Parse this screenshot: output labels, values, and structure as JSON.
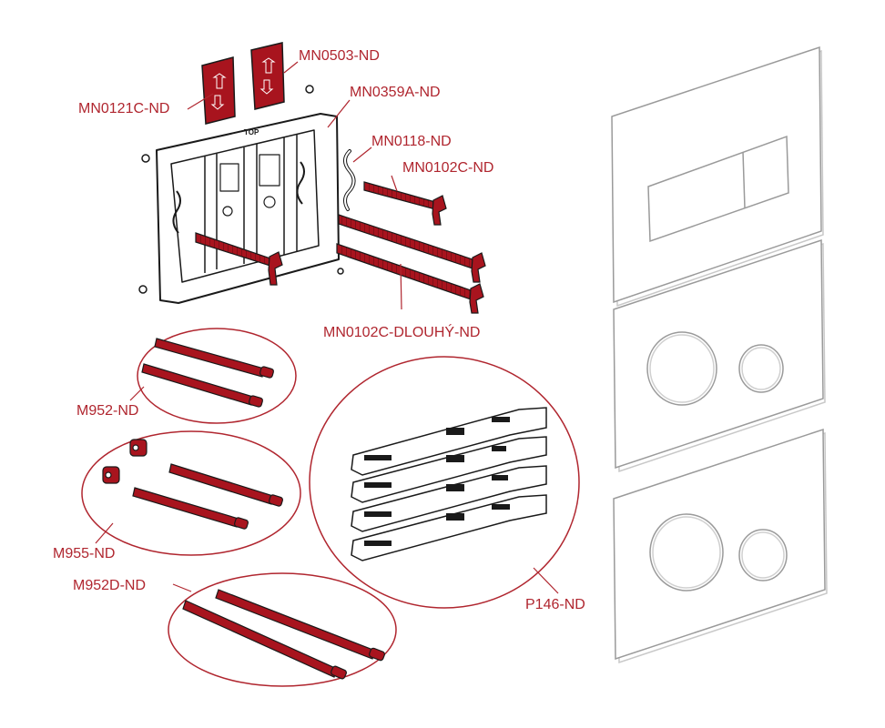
{
  "colors": {
    "accent": "#b0262f",
    "part_fill": "#a8141e",
    "line": "#1a1a1a",
    "plate_line": "#9a9a9a"
  },
  "labels": {
    "mn0503": "MN0503-ND",
    "mn0121c": "MN0121C-ND",
    "mn0359a": "MN0359A-ND",
    "mn0118": "MN0118-ND",
    "mn0102c": "MN0102C-ND",
    "mn0102c_long": "MN0102C-DLOUHÝ-ND",
    "m952": "M952-ND",
    "m955": "M955-ND",
    "m952d": "M952D-ND",
    "p146": "P146-ND"
  },
  "frame_marking": "TOP",
  "flush_plates": [
    {
      "type": "rectangular-buttons"
    },
    {
      "type": "round-buttons"
    },
    {
      "type": "round-buttons"
    }
  ]
}
